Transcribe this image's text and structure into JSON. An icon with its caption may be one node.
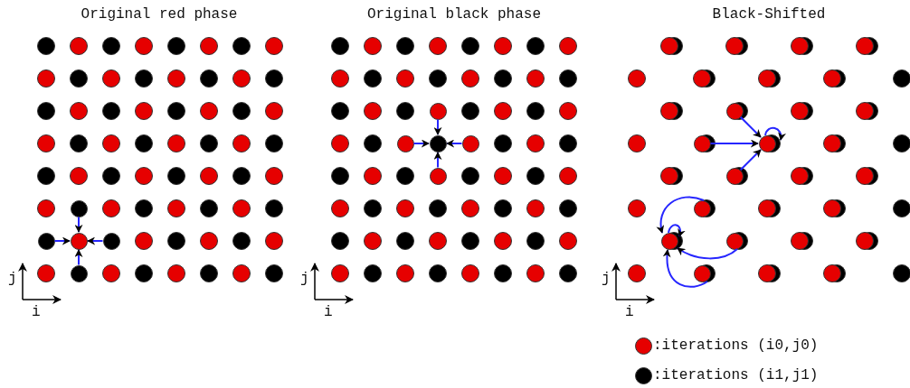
{
  "diagram": {
    "nodes": [
      {
        "text": [],
        "shape": "circle"
      },
      {
        "text": [],
        "shape": "circle"
      },
      {
        "text": [],
        "shape": "circle"
      },
      {
        "text": [],
        "shape": "circle"
      },
      {
        "text": [],
        "shape": "circle"
      },
      {
        "text": [],
        "shape": "circle"
      },
      {
        "text": [],
        "shape": "circle"
      },
      {
        "text": [],
        "shape": "circle"
      },
      {
        "text": [],
        "shape": "circle"
      },
      {
        "text": [],
        "shape": "circle"
      },
      {
        "text": [],
        "shape": "circle"
      },
      {
        "text": [],
        "shape": "circle"
      },
      {
        "text": [],
        "shape": "circle"
      },
      {
        "text": [],
        "shape": "circle"
      },
      {
        "text": [],
        "shape": "circle"
      },
      {
        "text": [],
        "shape": "circle"
      },
      {
        "text": [],
        "shape": "circle"
      },
      {
        "text": [],
        "shape": "circle"
      }
    ],
    "edges": [
      {
        "from": 0,
        "to": 2,
        "arrow": "to"
      },
      {
        "from": 1,
        "to": 2,
        "arrow": "to"
      },
      {
        "from": 3,
        "to": 2,
        "arrow": "to"
      },
      {
        "from": 4,
        "to": 2,
        "arrow": "to"
      },
      {
        "from": 5,
        "to": 7,
        "arrow": "to"
      },
      {
        "from": 6,
        "to": 7,
        "arrow": "to"
      },
      {
        "from": 8,
        "to": 7,
        "arrow": "to"
      },
      {
        "from": 9,
        "to": 7,
        "arrow": "to"
      },
      {
        "from": 10,
        "to": 12,
        "arrow": "to"
      },
      {
        "from": 11,
        "to": 12,
        "arrow": "to"
      },
      {
        "from": 13,
        "to": 12,
        "arrow": "to"
      },
      {
        "from": 12,
        "to": 12,
        "arrow": "to"
      },
      {
        "from": 14,
        "to": 15,
        "arrow": "to"
      },
      {
        "from": 15,
        "to": 15,
        "arrow": "to"
      },
      {
        "from": 16,
        "to": 15,
        "arrow": "to"
      },
      {
        "from": 17,
        "to": 15,
        "arrow": "to"
      }
    ],
    "labels": [
      "Original red phase",
      "Original black phase",
      "Black-Shifted",
      "j",
      "i",
      "j",
      "i",
      "j",
      "i"
    ],
    "legend": [
      {
        "text": ":iterations (i0,j0)",
        "color": "#e60000"
      },
      {
        "text": ":iterations (i1,j1)",
        "color": "#000000"
      }
    ]
  }
}
